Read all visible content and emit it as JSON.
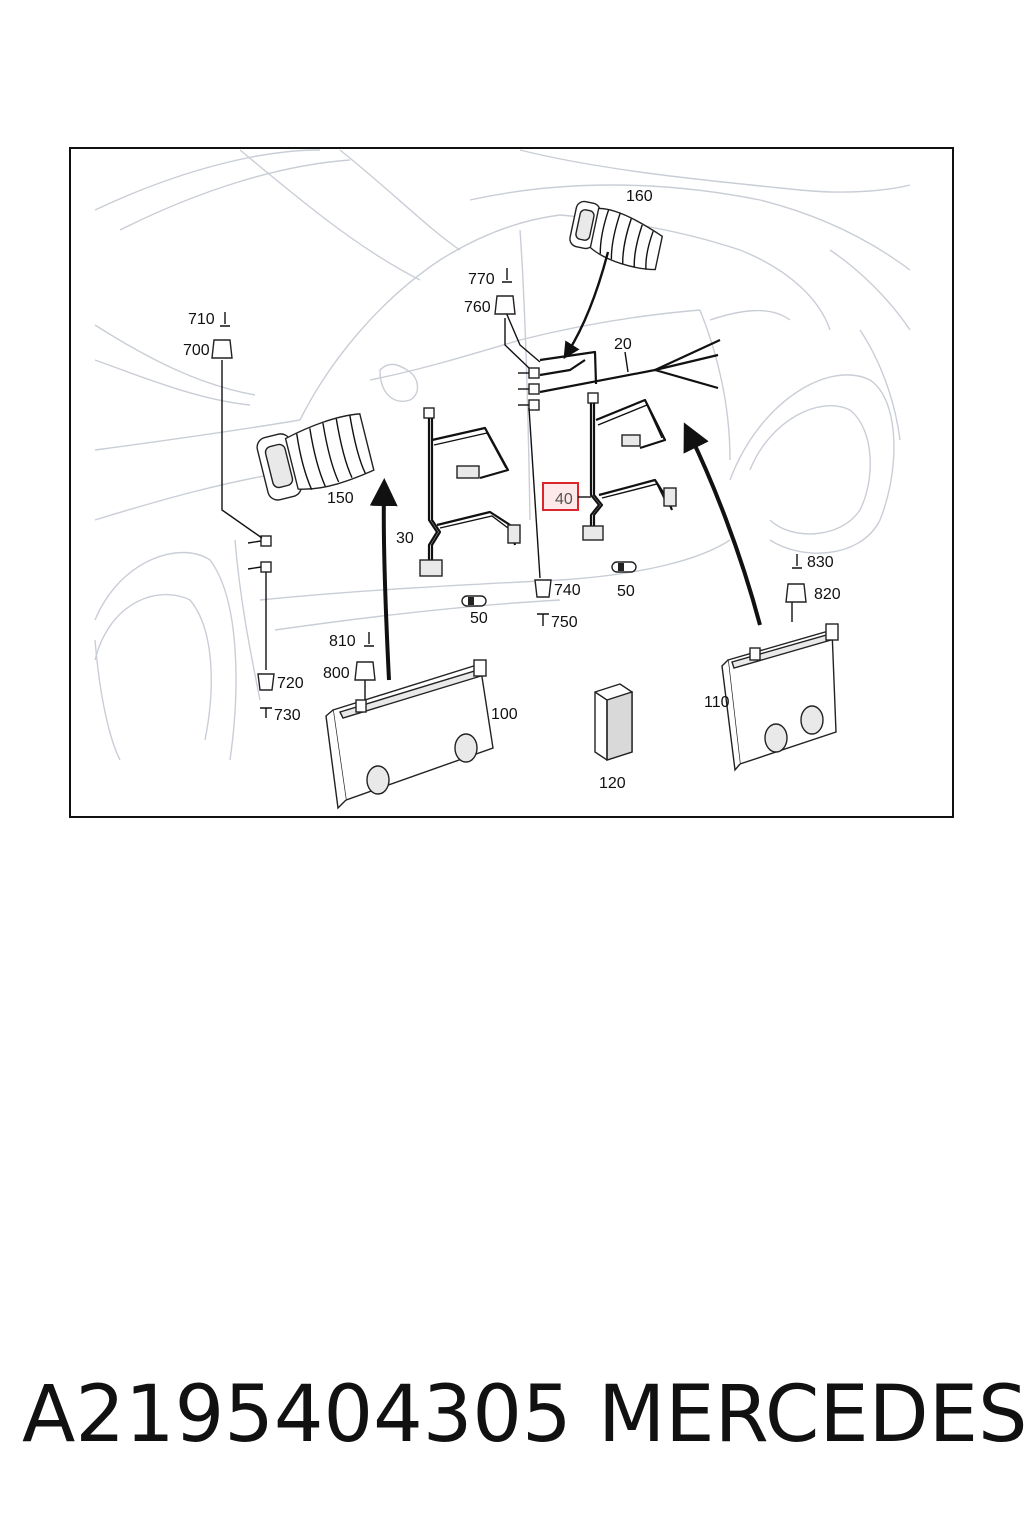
{
  "labels": {
    "l160": "160",
    "l770": "770",
    "l760": "760",
    "l20": "20",
    "l710": "710",
    "l700": "700",
    "l150": "150",
    "l40": "40",
    "l30": "30",
    "l50a": "50",
    "l50b": "50",
    "l740": "740",
    "l750": "750",
    "l830": "830",
    "l820": "820",
    "l810": "810",
    "l800": "800",
    "l720": "720",
    "l730": "730",
    "l100": "100",
    "l110": "110",
    "l120": "120"
  },
  "highlight_color": "#d9262b",
  "footer": {
    "part_number": "A2195404305",
    "brand": "MERCEDES"
  }
}
